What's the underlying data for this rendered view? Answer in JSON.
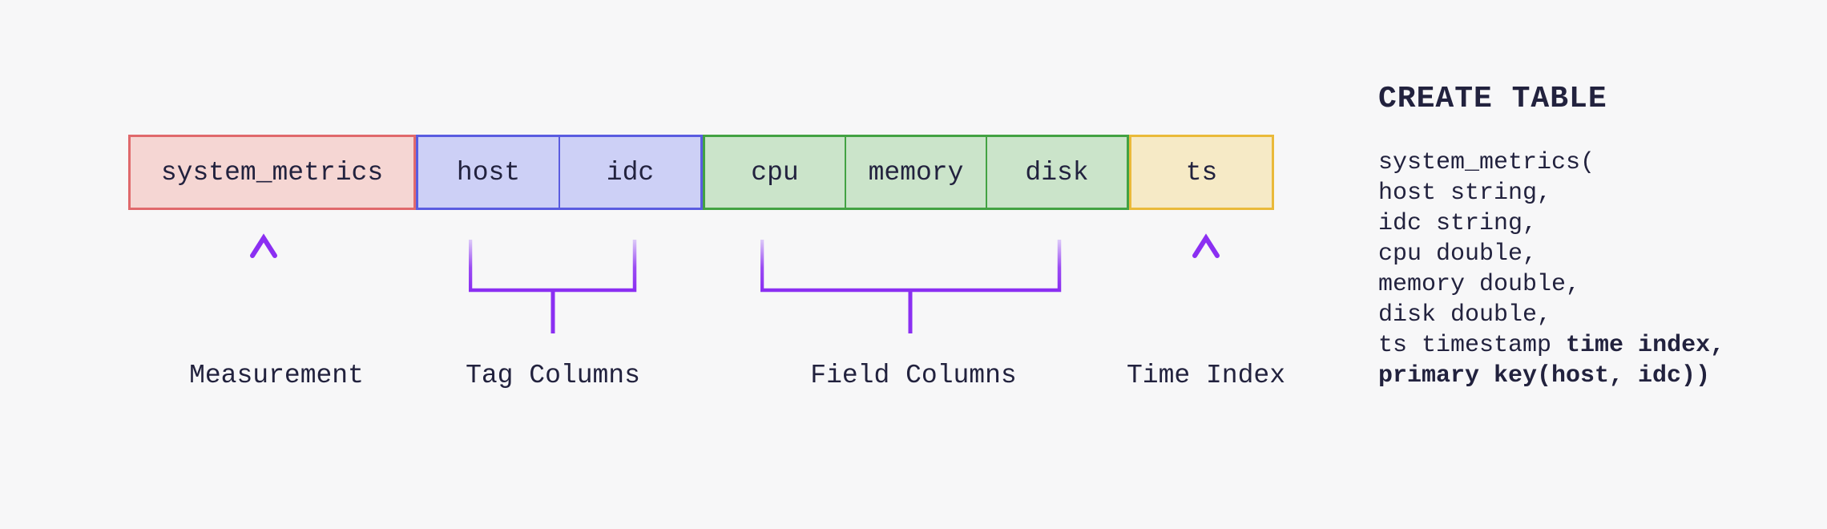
{
  "colors": {
    "background": "#f7f7f8",
    "text": "#22223e",
    "accent_purple": "#8b2ff2",
    "accent_purple_light": "#ddcaf8",
    "measurement_fill": "#f5d6d3",
    "measurement_border": "#e0696c",
    "tag_fill": "#cdd0f6",
    "tag_border": "#5a5ce0",
    "field_fill": "#cbe4ca",
    "field_border": "#43a243",
    "time_fill": "#f6eac6",
    "time_border": "#eaba3a"
  },
  "row": {
    "measurement": {
      "label": "system_metrics"
    },
    "tags": {
      "cells": [
        {
          "label": "host"
        },
        {
          "label": "idc"
        }
      ]
    },
    "fields": {
      "cells": [
        {
          "label": "cpu"
        },
        {
          "label": "memory"
        },
        {
          "label": "disk"
        }
      ]
    },
    "time": {
      "label": "ts"
    }
  },
  "annotations": {
    "measurement_label": "Measurement",
    "tag_label": "Tag Columns",
    "field_label": "Field Columns",
    "time_label": "Time Index"
  },
  "code": {
    "heading": "CREATE TABLE",
    "lines": [
      [
        {
          "text": "system_metrics(",
          "bold": false
        }
      ],
      [
        {
          "text": "host string,",
          "bold": false
        }
      ],
      [
        {
          "text": "idc string,",
          "bold": false
        }
      ],
      [
        {
          "text": "cpu double,",
          "bold": false
        }
      ],
      [
        {
          "text": "memory double,",
          "bold": false
        }
      ],
      [
        {
          "text": "disk double,",
          "bold": false
        }
      ],
      [
        {
          "text": "ts timestamp ",
          "bold": false
        },
        {
          "text": "time index,",
          "bold": true
        }
      ],
      [
        {
          "text": "primary key(host, idc))",
          "bold": true
        }
      ]
    ]
  }
}
